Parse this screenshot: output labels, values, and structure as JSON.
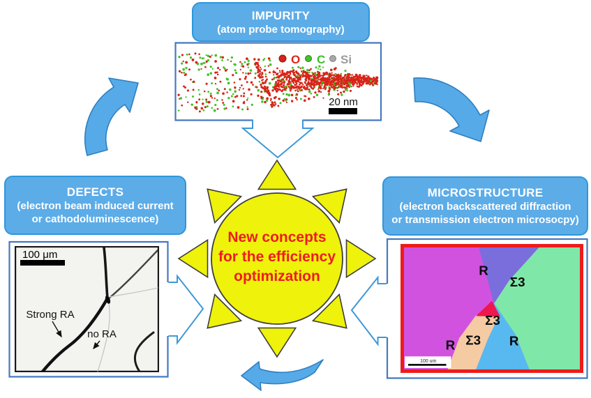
{
  "colors": {
    "box_fill": "#5CACE8",
    "box_border": "#2F96DC",
    "panel_border": "#4579C0",
    "cycle_arrow_fill": "#57AAE8",
    "cycle_arrow_stroke": "#2E7FC0",
    "outline_arrow_stroke": "#3E98D8",
    "sun_fill": "#EFF20A",
    "sun_text": "#ED1C24",
    "ebsd_border": "#EE1B1B"
  },
  "boxes": {
    "impurity": {
      "title": "IMPURITY",
      "subtitle": "(atom probe tomography)"
    },
    "defects": {
      "title": "DEFECTS",
      "line2": "(electron beam induced current",
      "line3": "or cathodoluminescence)"
    },
    "microstructure": {
      "title": "MICROSTRUCTURE",
      "line2": "(electron backscattered diffraction",
      "line3": "or transmission electron microsocpy)"
    }
  },
  "center": {
    "line1": "New concepts",
    "line2": "for the efficiency",
    "line3": "optimization"
  },
  "apt": {
    "legend": [
      {
        "label": "O",
        "color": "#E0261C",
        "dot": "#D92318"
      },
      {
        "label": "C",
        "color": "#3FBE28",
        "dot": "#44C229"
      },
      {
        "label": "Si",
        "color": "#9B9B9B",
        "dot": "#A8A8A8"
      }
    ],
    "scale_bar": "20 nm"
  },
  "defects_image": {
    "scale_bar": "100 μm",
    "label_strong": "Strong RA",
    "label_no": "no RA"
  },
  "ebsd": {
    "scale_bar": "100 um",
    "labels": [
      "R",
      "Σ3",
      "Σ3",
      "R",
      "Σ3",
      "R"
    ],
    "region_colors": {
      "magenta": "#D252E0",
      "violet": "#7A6EDC",
      "green": "#7FE8A9",
      "cyan": "#57B9EF",
      "peach": "#F5CBA3",
      "red": "#F0164E"
    }
  }
}
